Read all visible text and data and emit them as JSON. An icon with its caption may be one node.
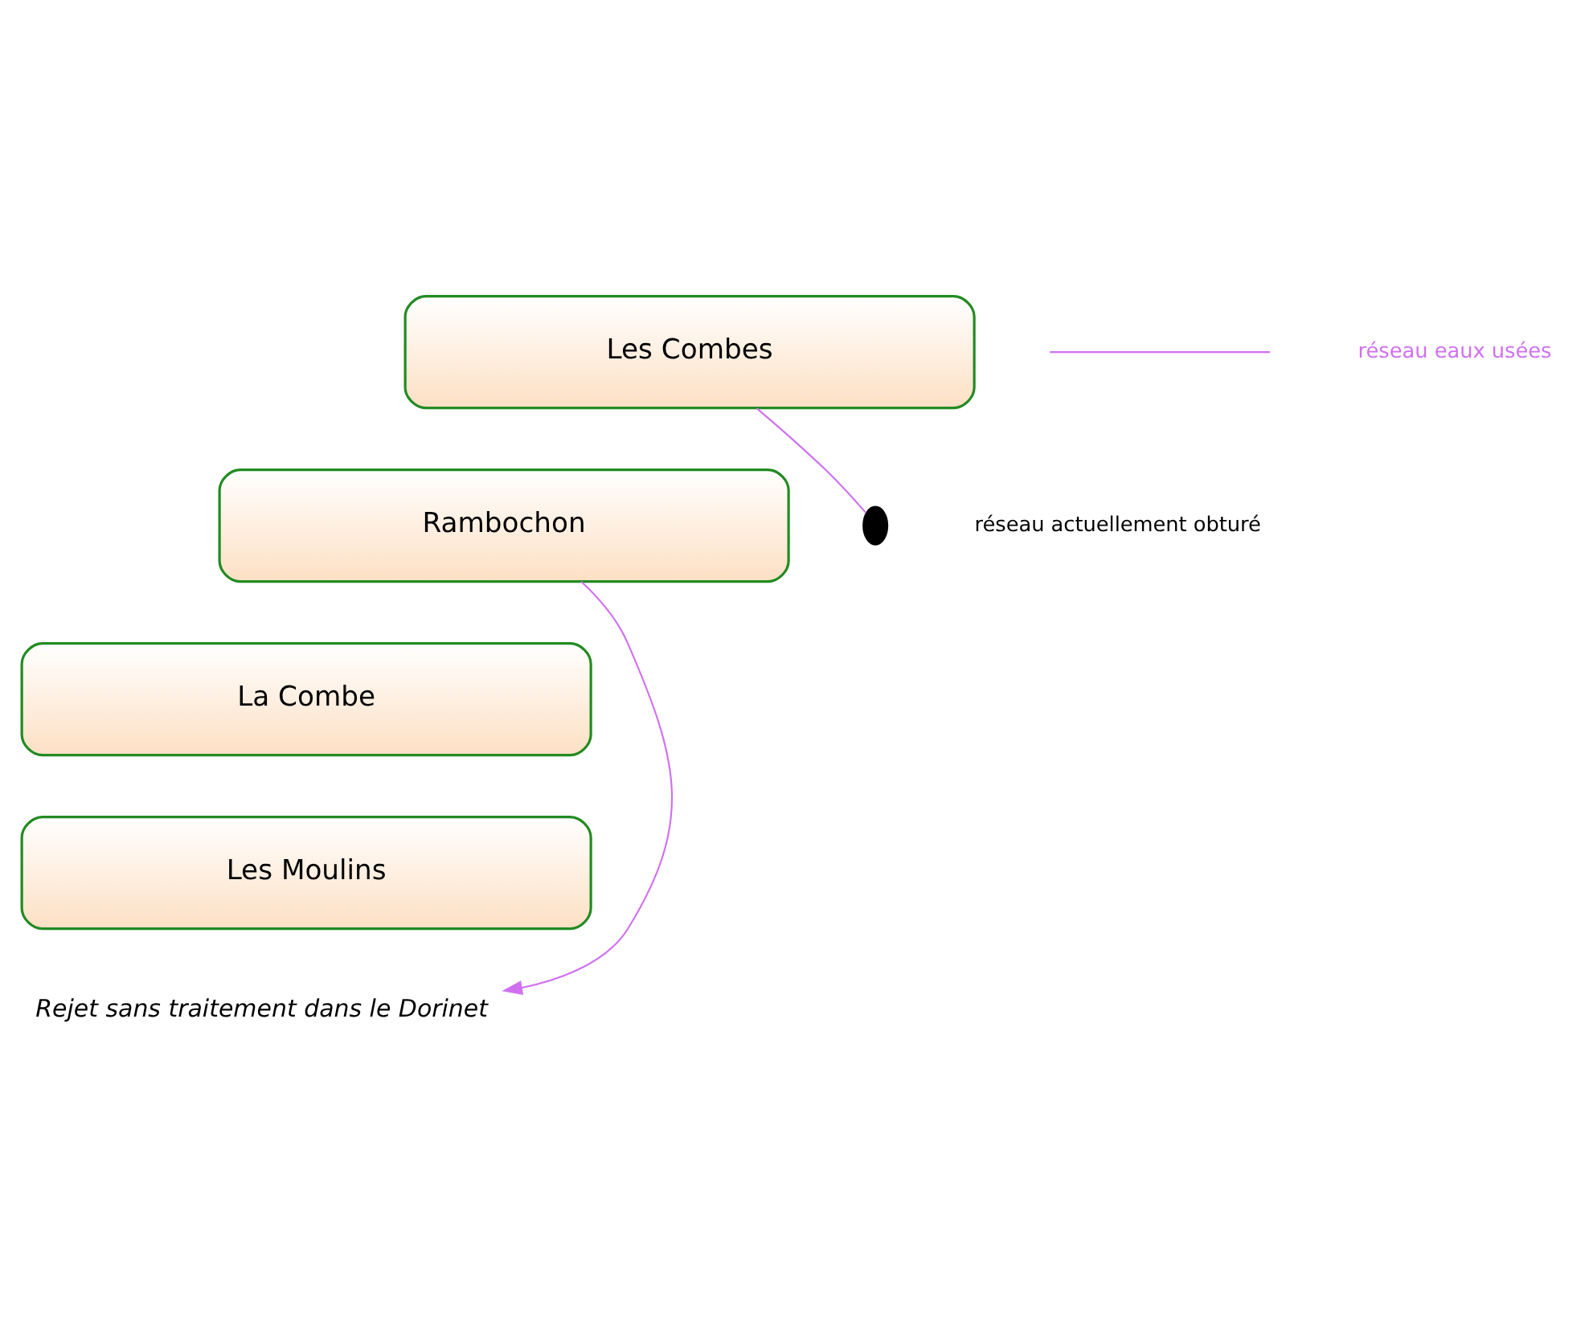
{
  "diagram": {
    "caption": "Rejet sans traitement dans le Dorinet",
    "nodes": [
      {
        "text": [
          "Les Combes"
        ]
      },
      {
        "text": [
          "Rambochon"
        ]
      },
      {
        "text": [
          "La Combe"
        ]
      },
      {
        "text": [
          "Les Moulins"
        ]
      },
      {
        "text": [],
        "shape": "ellipse"
      }
    ],
    "edges": [
      {
        "from": 0,
        "to": 4,
        "arrow": "none"
      },
      {
        "from": 1,
        "to": null,
        "arrow": "to"
      }
    ],
    "labels": [
      "réseau actuellement obturé"
    ],
    "legend": [
      {
        "text": "réseau eaux usées"
      }
    ]
  }
}
